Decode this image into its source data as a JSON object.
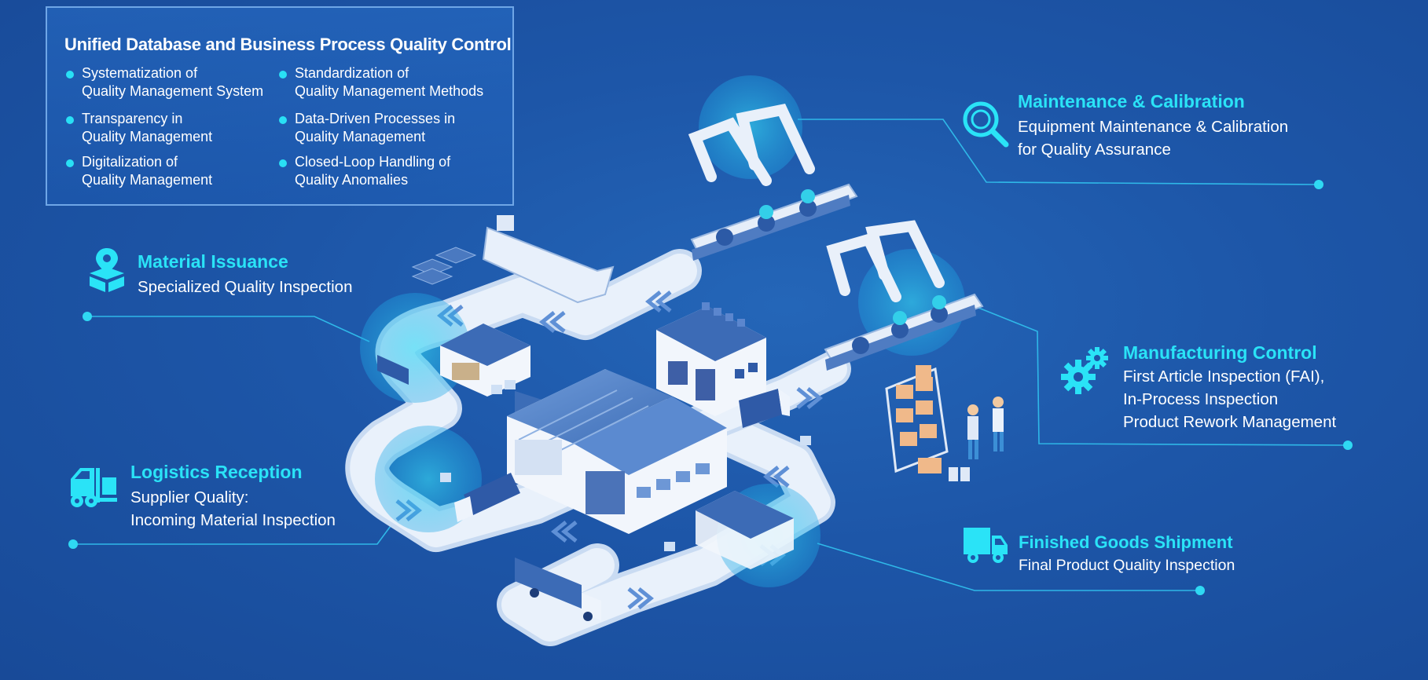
{
  "summary": {
    "title": "Unified Database and Business Process Quality Control",
    "bullets": [
      [
        "Systematization of",
        "Quality Management System"
      ],
      [
        "Standardization of",
        "Quality Management Methods"
      ],
      [
        "Transparency in",
        "Quality Management"
      ],
      [
        "Data-Driven Processes in",
        "Quality Management"
      ],
      [
        "Digitalization of",
        "Quality Management"
      ],
      [
        "Closed-Loop Handling of",
        "Quality Anomalies"
      ]
    ]
  },
  "stages": {
    "maintenance": {
      "title": "Maintenance & Calibration",
      "lines": [
        "Equipment Maintenance & Calibration",
        "for Quality Assurance"
      ],
      "icon": "magnifier-icon"
    },
    "material": {
      "title": "Material Issuance",
      "lines": [
        "Specialized Quality Inspection"
      ],
      "icon": "box-location-icon"
    },
    "manufacturing": {
      "title": "Manufacturing Control",
      "lines": [
        "First Article Inspection (FAI),",
        "In-Process Inspection",
        "Product Rework Management"
      ],
      "icon": "gears-icon"
    },
    "logistics": {
      "title": "Logistics Reception",
      "lines": [
        "Supplier Quality:",
        "Incoming Material Inspection"
      ],
      "icon": "forklift-icon"
    },
    "shipment": {
      "title": "Finished Goods Shipment",
      "lines": [
        "Final Product Quality Inspection"
      ],
      "icon": "truck-icon"
    }
  },
  "colors": {
    "background": "#1d56a8",
    "accent": "#2ae3f7",
    "road": "#dfeaf8",
    "line": "#2fb8e8"
  }
}
